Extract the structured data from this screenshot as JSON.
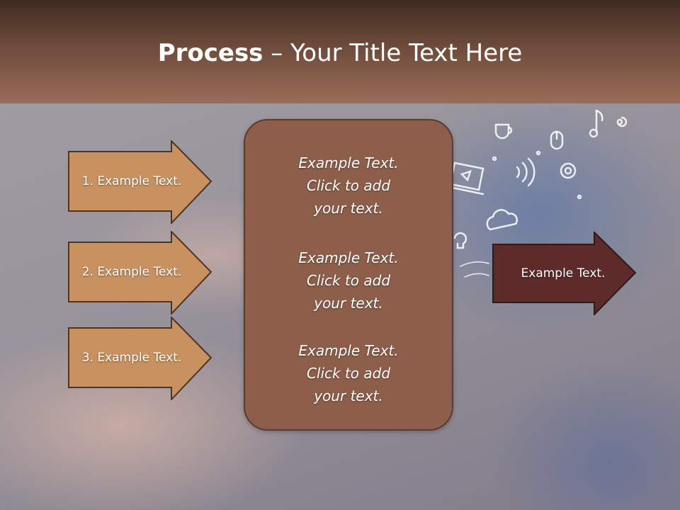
{
  "title": {
    "bold": "Process",
    "rest": " – Your Title Text Here"
  },
  "colors": {
    "title_band_dark": "#3f2b22",
    "title_band_light": "#9a6c58",
    "left_arrow_fill": "#c8915f",
    "center_box_fill": "#8d5f4b",
    "right_arrow_fill": "#5e2b2b"
  },
  "left_arrows": [
    {
      "label": "1. Example Text."
    },
    {
      "label": "2. Example Text."
    },
    {
      "label": "3. Example Text."
    }
  ],
  "center_blocks": [
    {
      "line1": "Example Text.",
      "line2": "Click  to add",
      "line3": "your text."
    },
    {
      "line1": "Example Text.",
      "line2": "Click  to add",
      "line3": "your text."
    },
    {
      "line1": "Example Text.",
      "line2": "Click  to add",
      "line3": "your text."
    }
  ],
  "right_arrow": {
    "label": "Example Text."
  },
  "decorative_icons": [
    "cloud-icon",
    "laptop-icon",
    "music-note-icon",
    "wifi-icon",
    "coffee-cup-icon",
    "mouse-icon",
    "lightbulb-icon",
    "at-sign-icon"
  ]
}
